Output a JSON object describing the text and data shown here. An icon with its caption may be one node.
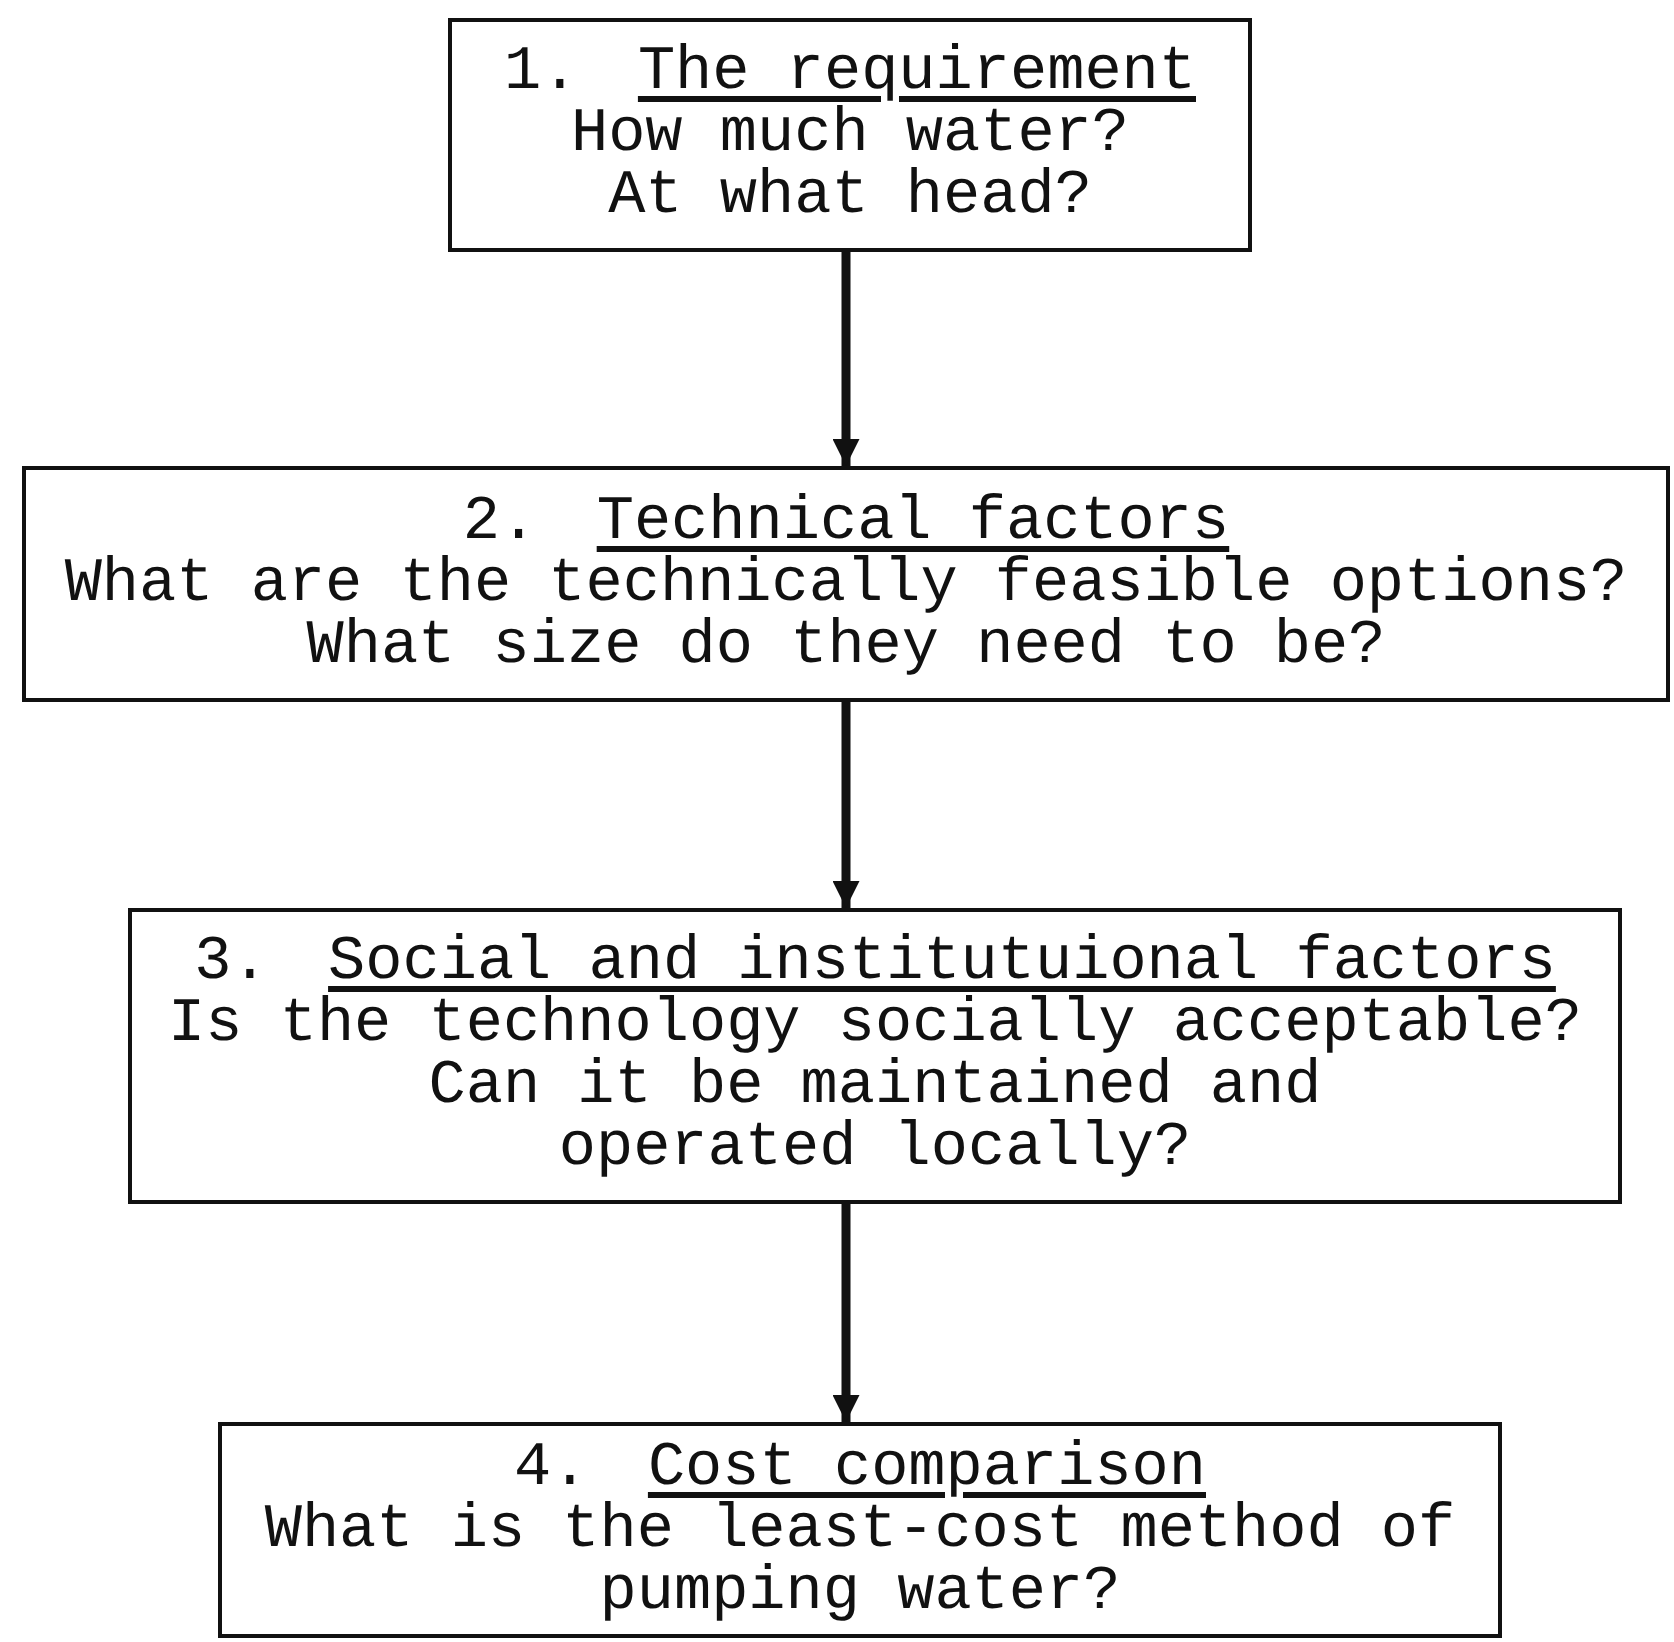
{
  "diagram": {
    "nodes": [
      {
        "text": [
          "1.",
          "The requirement",
          "How much water?",
          "At what head?"
        ]
      },
      {
        "text": [
          "2.",
          "Technical factors",
          "What are the technically feasible options?",
          "What size do they need to be?"
        ]
      },
      {
        "text": [
          "3.",
          "Social and institutuional factors",
          "Is the technology socially acceptable?",
          "Can it be maintained and operated locally?"
        ]
      },
      {
        "text": [
          "4.",
          "Cost comparison",
          "What is the least-cost method of pumping water?"
        ]
      }
    ],
    "edges": [
      {
        "from": 0,
        "to": 1,
        "arrow": "to"
      },
      {
        "from": 1,
        "to": 2,
        "arrow": "to"
      },
      {
        "from": 2,
        "to": 3,
        "arrow": "to"
      }
    ]
  }
}
